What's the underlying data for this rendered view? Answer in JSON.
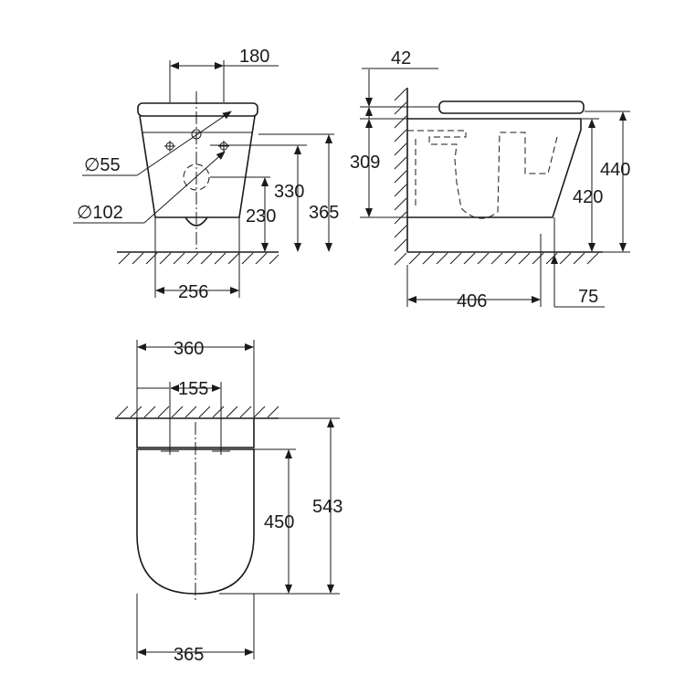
{
  "front_view": {
    "width_top": "180",
    "hole_small": "∅55",
    "hole_large": "∅102",
    "height_outlet": "330",
    "height_lower": "230",
    "height_total": "365",
    "width_base": "256"
  },
  "side_view": {
    "seat_offset": "42",
    "fixing_height": "309",
    "height_total": "440",
    "height_rim": "420",
    "length": "406",
    "front_overhang": "75"
  },
  "top_view": {
    "width_total": "360",
    "bolt_spacing": "155",
    "length_total": "543",
    "length_seat": "450",
    "width_bottom": "365"
  },
  "colors": {
    "line": "#1a1a1a",
    "background": "#ffffff"
  }
}
